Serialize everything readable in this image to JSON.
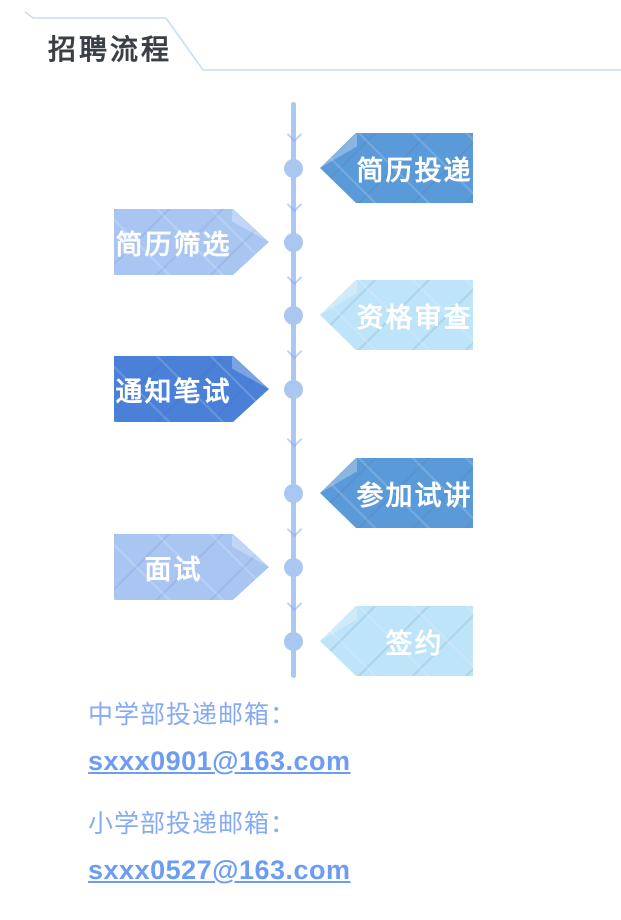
{
  "header": {
    "title": "招聘流程"
  },
  "steps": [
    {
      "label": "简历投递",
      "side": "right",
      "color": "#5b9ad8"
    },
    {
      "label": "简历筛选",
      "side": "left",
      "color": "#a9c6f3"
    },
    {
      "label": "资格审查",
      "side": "right",
      "color": "#bde4f8"
    },
    {
      "label": "通知笔试",
      "side": "left",
      "color": "#4a80d8"
    },
    {
      "label": "参加试讲",
      "side": "right",
      "color": "#5b9ad8"
    },
    {
      "label": "面试",
      "side": "left",
      "color": "#a9c6f3"
    },
    {
      "label": "签约",
      "side": "right",
      "color": "#bde4f8"
    }
  ],
  "contacts": [
    {
      "label": "中学部投递邮箱：",
      "email": "sxxx0901@163.com"
    },
    {
      "label": "小学部投递邮箱：",
      "email": "sxxx0527@163.com"
    }
  ],
  "colors": {
    "timeline": "#abc8f2",
    "timeline_dot": "#a9c7f1",
    "header_line": "#c9dbf8",
    "title_text": "#3b4046",
    "step_medium": "#5b9ad8",
    "step_light": "#a9c6f3",
    "step_pale": "#bde4f8",
    "step_dark": "#4a80d8",
    "step_text": "#ffffff",
    "contact_label_text": "#86abf2",
    "contact_email_text": "#6d9cf3"
  }
}
